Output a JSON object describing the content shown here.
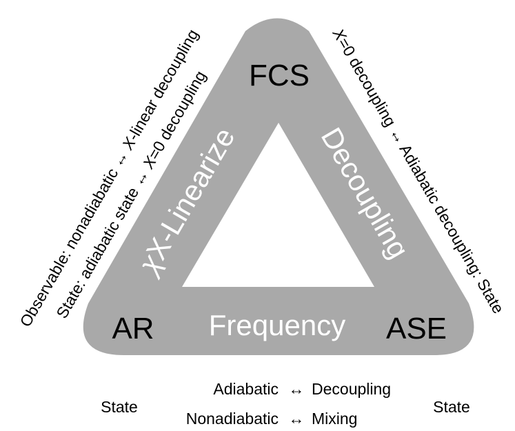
{
  "vertices": {
    "top": "FCS",
    "bottom_left": "AR",
    "bottom_right": "ASE"
  },
  "edges": {
    "left": "X-Linearize",
    "right": "Decoupling",
    "bottom": "Frequency"
  },
  "left_side": {
    "outer": {
      "a": "Observable: nonadiabatic",
      "arrow": "↔",
      "b_symbol": "X",
      "b_rest": "-linear decoupling"
    },
    "inner": {
      "a": "State: adiabatic state",
      "arrow": "↔",
      "b_symbol": "X",
      "b_rest": "=0 decoupling"
    }
  },
  "right_side": {
    "a_symbol": "X",
    "a_rest": "=0 decoupling",
    "arrow": "↔",
    "b": "Adiabatic decoupling: State"
  },
  "bottom_legend": {
    "left_label": "State",
    "right_label": "State",
    "row1": {
      "a": "Adiabatic",
      "arrow": "↔",
      "b": "Decoupling"
    },
    "row2": {
      "a": "Nonadiabatic",
      "arrow": "↔",
      "b": "Mixing"
    }
  },
  "colors": {
    "triangle_fill": "#a9a9a9",
    "edge_text": "#ffffff",
    "text": "#000000"
  }
}
